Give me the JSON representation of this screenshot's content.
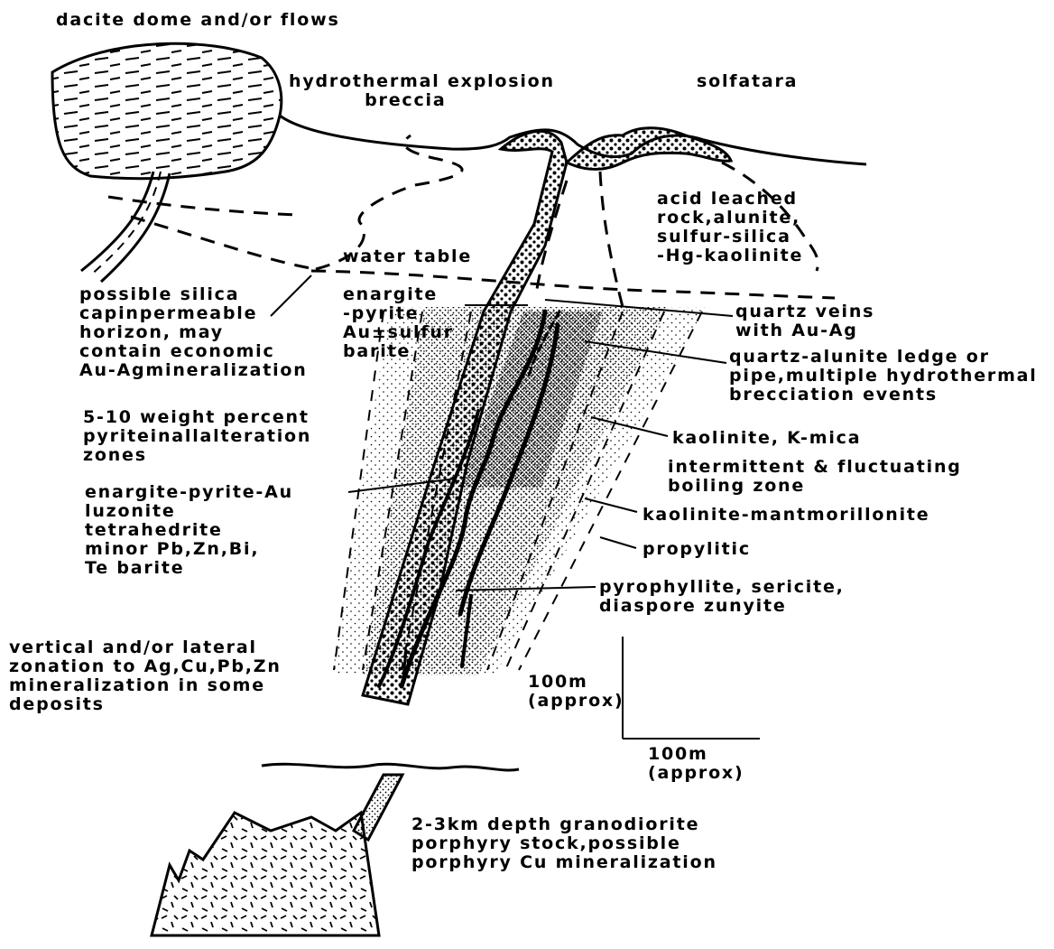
{
  "labels": {
    "dacite": "dacite dome and/or flows",
    "breccia": "hydrothermal explosion\n          breccia",
    "solfatara": "solfatara",
    "acid_leached": "acid leached\nrock,alunite,\nsulfur-silica\n-Hg-kaolinite",
    "water_table": "water table",
    "silica_cap": "possible silica\ncapinpermeable\nhorizon, may\ncontain economic\nAu-Agmineralization",
    "enargite_pyrite": "enargite\n-pyrite\nAu±sulfur\nbarite",
    "quartz_veins": "quartz veins\nwith Au-Ag",
    "quartz_alunite": "quartz-alunite ledge or\npipe,multiple hydrothermal\nbrecciation events",
    "pyrite_percent": "5-10 weight percent\npyriteinallalteration\nzones",
    "kaolinite_kmica": "kaolinite, K-mica",
    "boiling_zone": "intermittent & fluctuating\nboiling zone",
    "enargite_list": "enargite-pyrite-Au\nluzonite\ntetrahedrite\nminor Pb,Zn,Bi,\nTe barite",
    "kaolinite_mont": "kaolinite-mantmorillonite",
    "propylitic": "propylitic",
    "pyrophyllite": "pyrophyllite, sericite,\ndiaspore zunyite",
    "zonation": "vertical and/or lateral\nzonation to Ag,Cu,Pb,Zn\nmineralization in some\ndeposits",
    "scale_v": "100m\n(approx)",
    "scale_h": "100m\n(approx)",
    "granodiorite": "2-3km depth granodiorite\nporphyry stock,possible\nporphyry Cu mineralization"
  }
}
